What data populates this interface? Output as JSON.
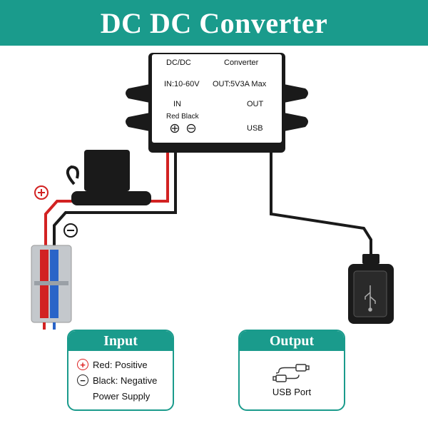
{
  "header": {
    "title": "DC DC Converter"
  },
  "device": {
    "label_dc": "DC/DC",
    "label_converter": "Converter",
    "label_in_range": "IN:10-60V",
    "label_out_range": "OUT:5V3A Max",
    "label_in": "IN",
    "label_out": "OUT",
    "label_red_black": "Red Black",
    "label_usb": "USB"
  },
  "input_card": {
    "title": "Input",
    "red_label": "Red: Positive",
    "black_label": "Black: Negative",
    "power_label": "Power Supply"
  },
  "output_card": {
    "title": "Output",
    "usb_label": "USB Port"
  },
  "colors": {
    "accent": "#1a9b8c",
    "positive": "#d22222",
    "negative": "#222222"
  }
}
